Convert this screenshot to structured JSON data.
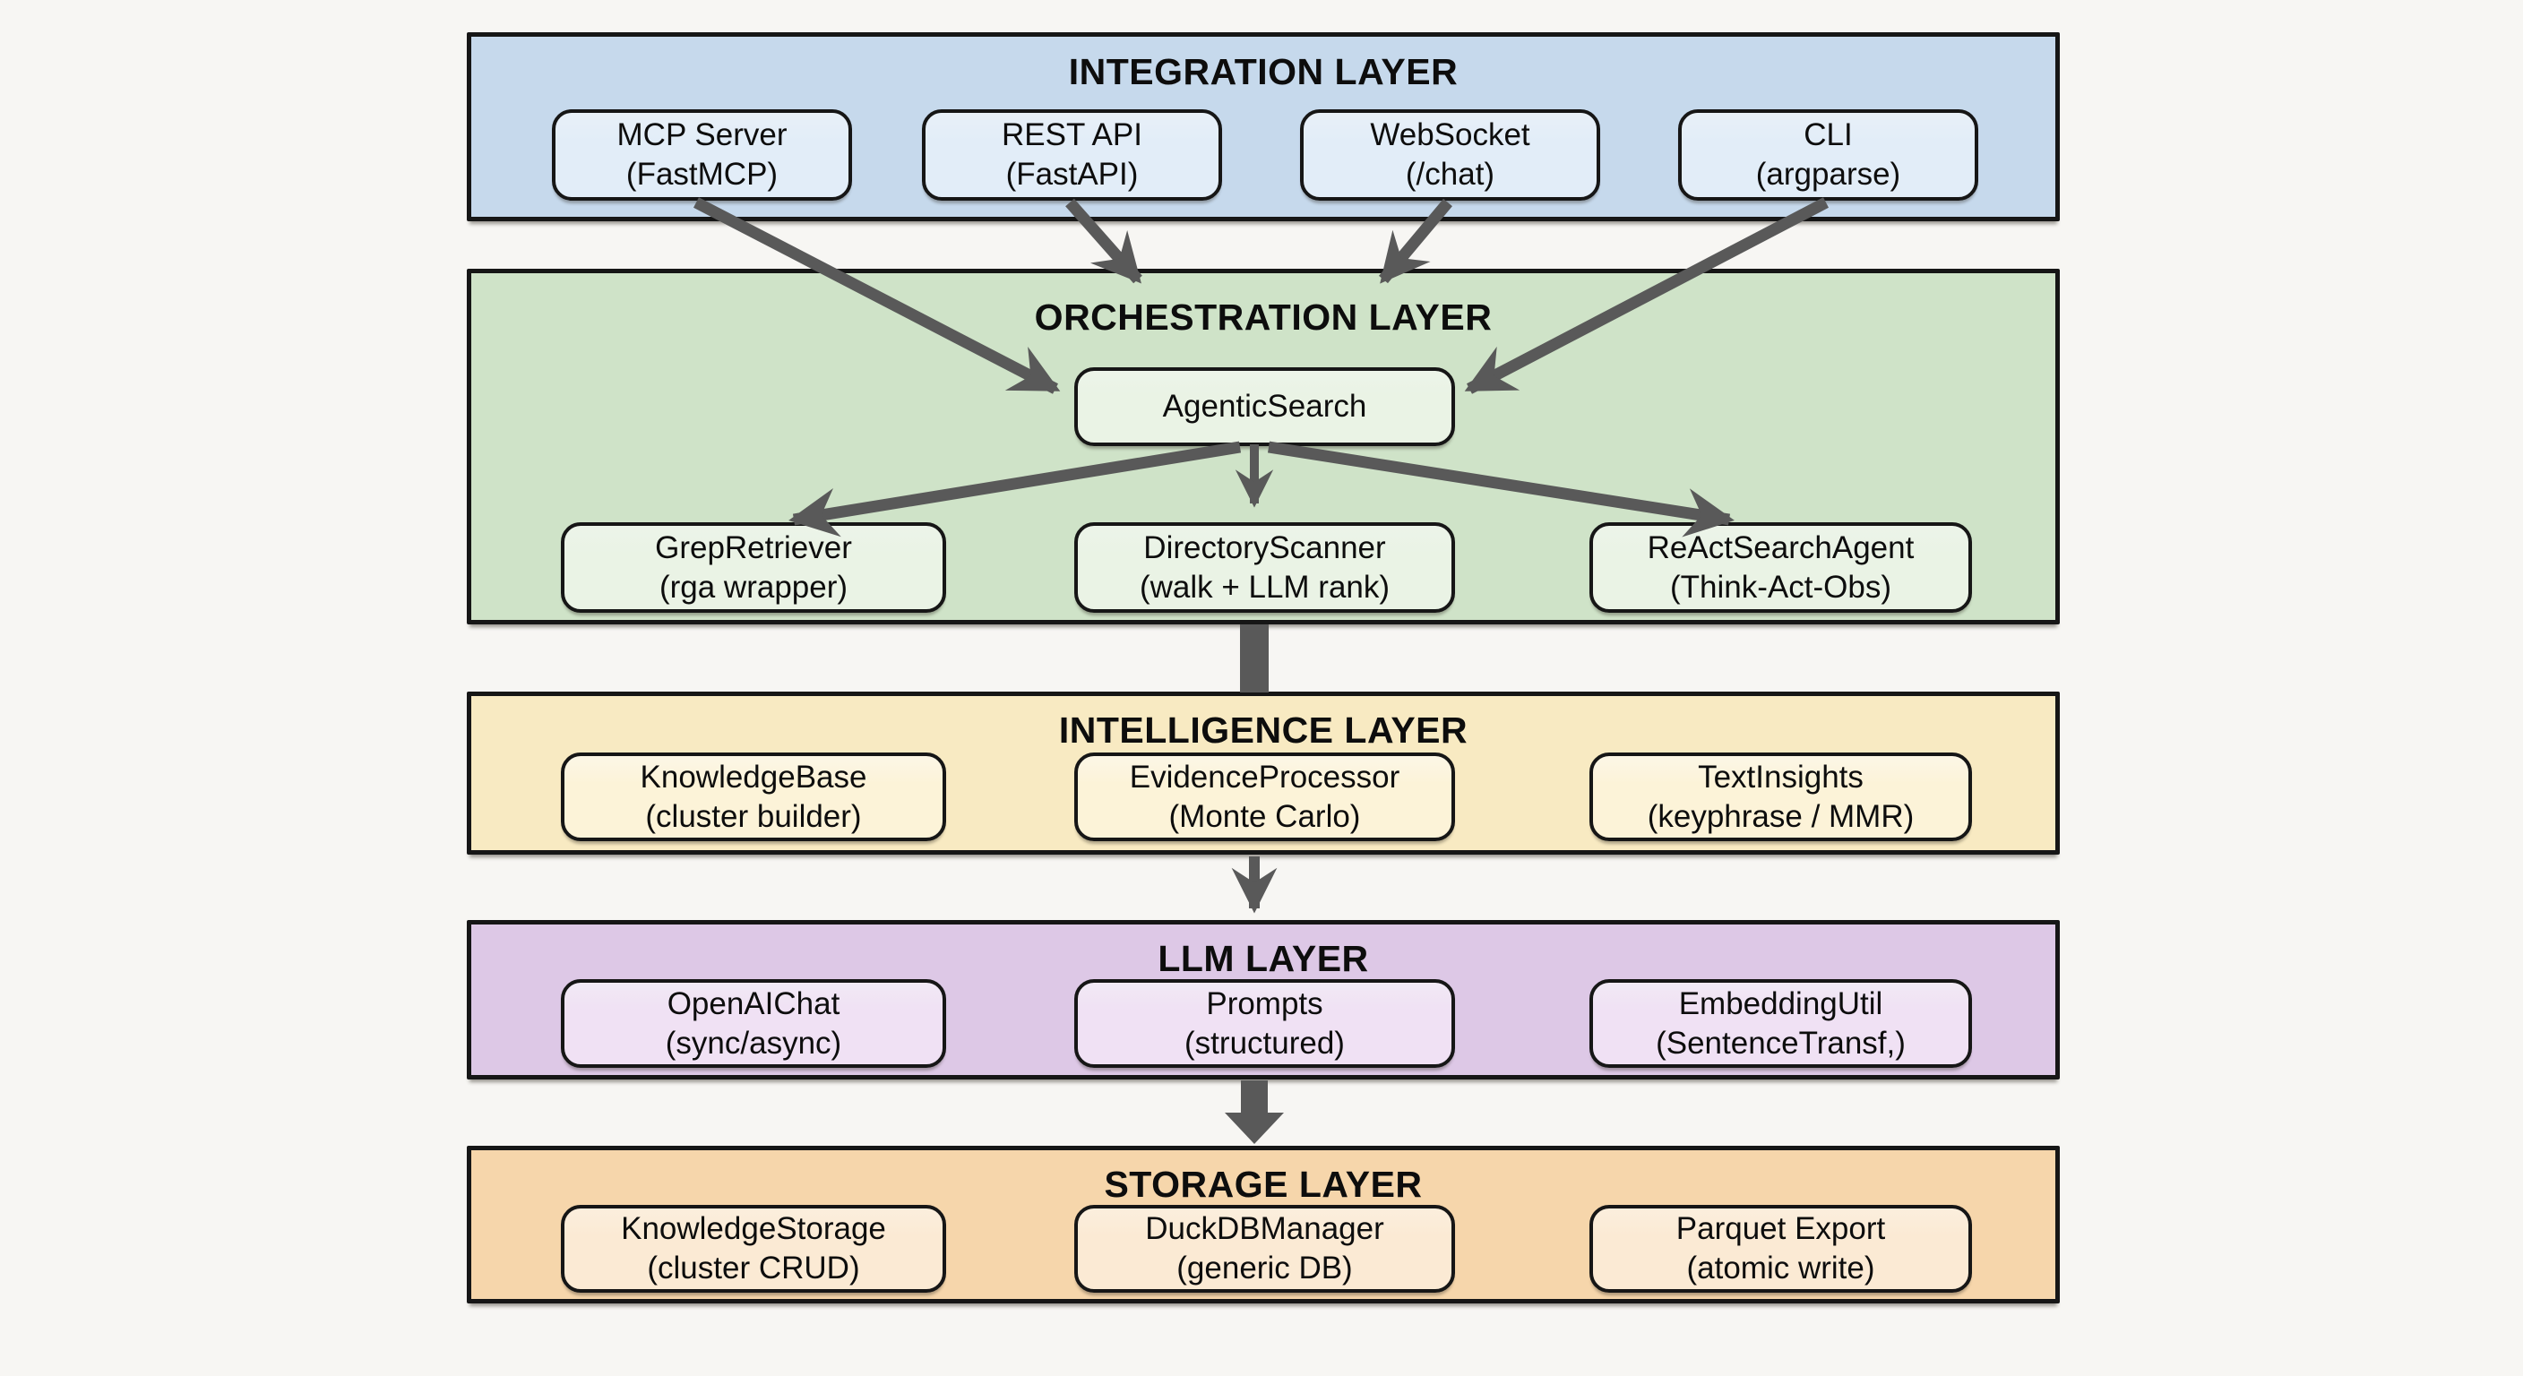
{
  "diagram": {
    "background_color": "#f7f6f3",
    "outline_color": "#161616",
    "arrow_color": "#595959",
    "text_color": "#0d0d0d",
    "layers": [
      {
        "title": "INTEGRATION LAYER",
        "bg_color": "#c6d9ec",
        "box_color": "#e2edf8",
        "boxes": [
          {
            "name": "MCP Server",
            "detail": "(FastMCP)"
          },
          {
            "name": "REST API",
            "detail": "(FastAPI)"
          },
          {
            "name": "WebSocket",
            "detail": "(/chat)"
          },
          {
            "name": "CLI",
            "detail": "(argparse)"
          }
        ]
      },
      {
        "title": "ORCHESTRATION LAYER",
        "bg_color": "#cfe3c8",
        "box_color": "#eaf3e5",
        "hub": {
          "name": "AgenticSearch"
        },
        "boxes": [
          {
            "name": "GrepRetriever",
            "detail": "(rga wrapper)"
          },
          {
            "name": "DirectoryScanner",
            "detail": "(walk + LLM rank)"
          },
          {
            "name": "ReActSearchAgent",
            "detail": "(Think-Act-Obs)"
          }
        ]
      },
      {
        "title": "INTELLIGENCE LAYER",
        "bg_color": "#f8eac2",
        "box_color": "#fcf3d8",
        "boxes": [
          {
            "name": "KnowledgeBase",
            "detail": "(cluster builder)"
          },
          {
            "name": "EvidenceProcessor",
            "detail": "(Monte Carlo)"
          },
          {
            "name": "TextInsights",
            "detail": "(keyphrase / MMR)"
          }
        ]
      },
      {
        "title": "LLM LAYER",
        "bg_color": "#ddc8e6",
        "box_color": "#f0e1f4",
        "boxes": [
          {
            "name": "OpenAIChat",
            "detail": "(sync/async)"
          },
          {
            "name": "Prompts",
            "detail": "(structured)"
          },
          {
            "name": "EmbeddingUtil",
            "detail": "(SentenceTransf,)"
          }
        ]
      },
      {
        "title": "STORAGE LAYER",
        "bg_color": "#f6d6ab",
        "box_color": "#fbead4",
        "boxes": [
          {
            "name": "KnowledgeStorage",
            "detail": "(cluster CRUD)"
          },
          {
            "name": "DuckDBManager",
            "detail": "(generic DB)"
          },
          {
            "name": "Parquet Export",
            "detail": "(atomic write)"
          }
        ]
      }
    ]
  }
}
